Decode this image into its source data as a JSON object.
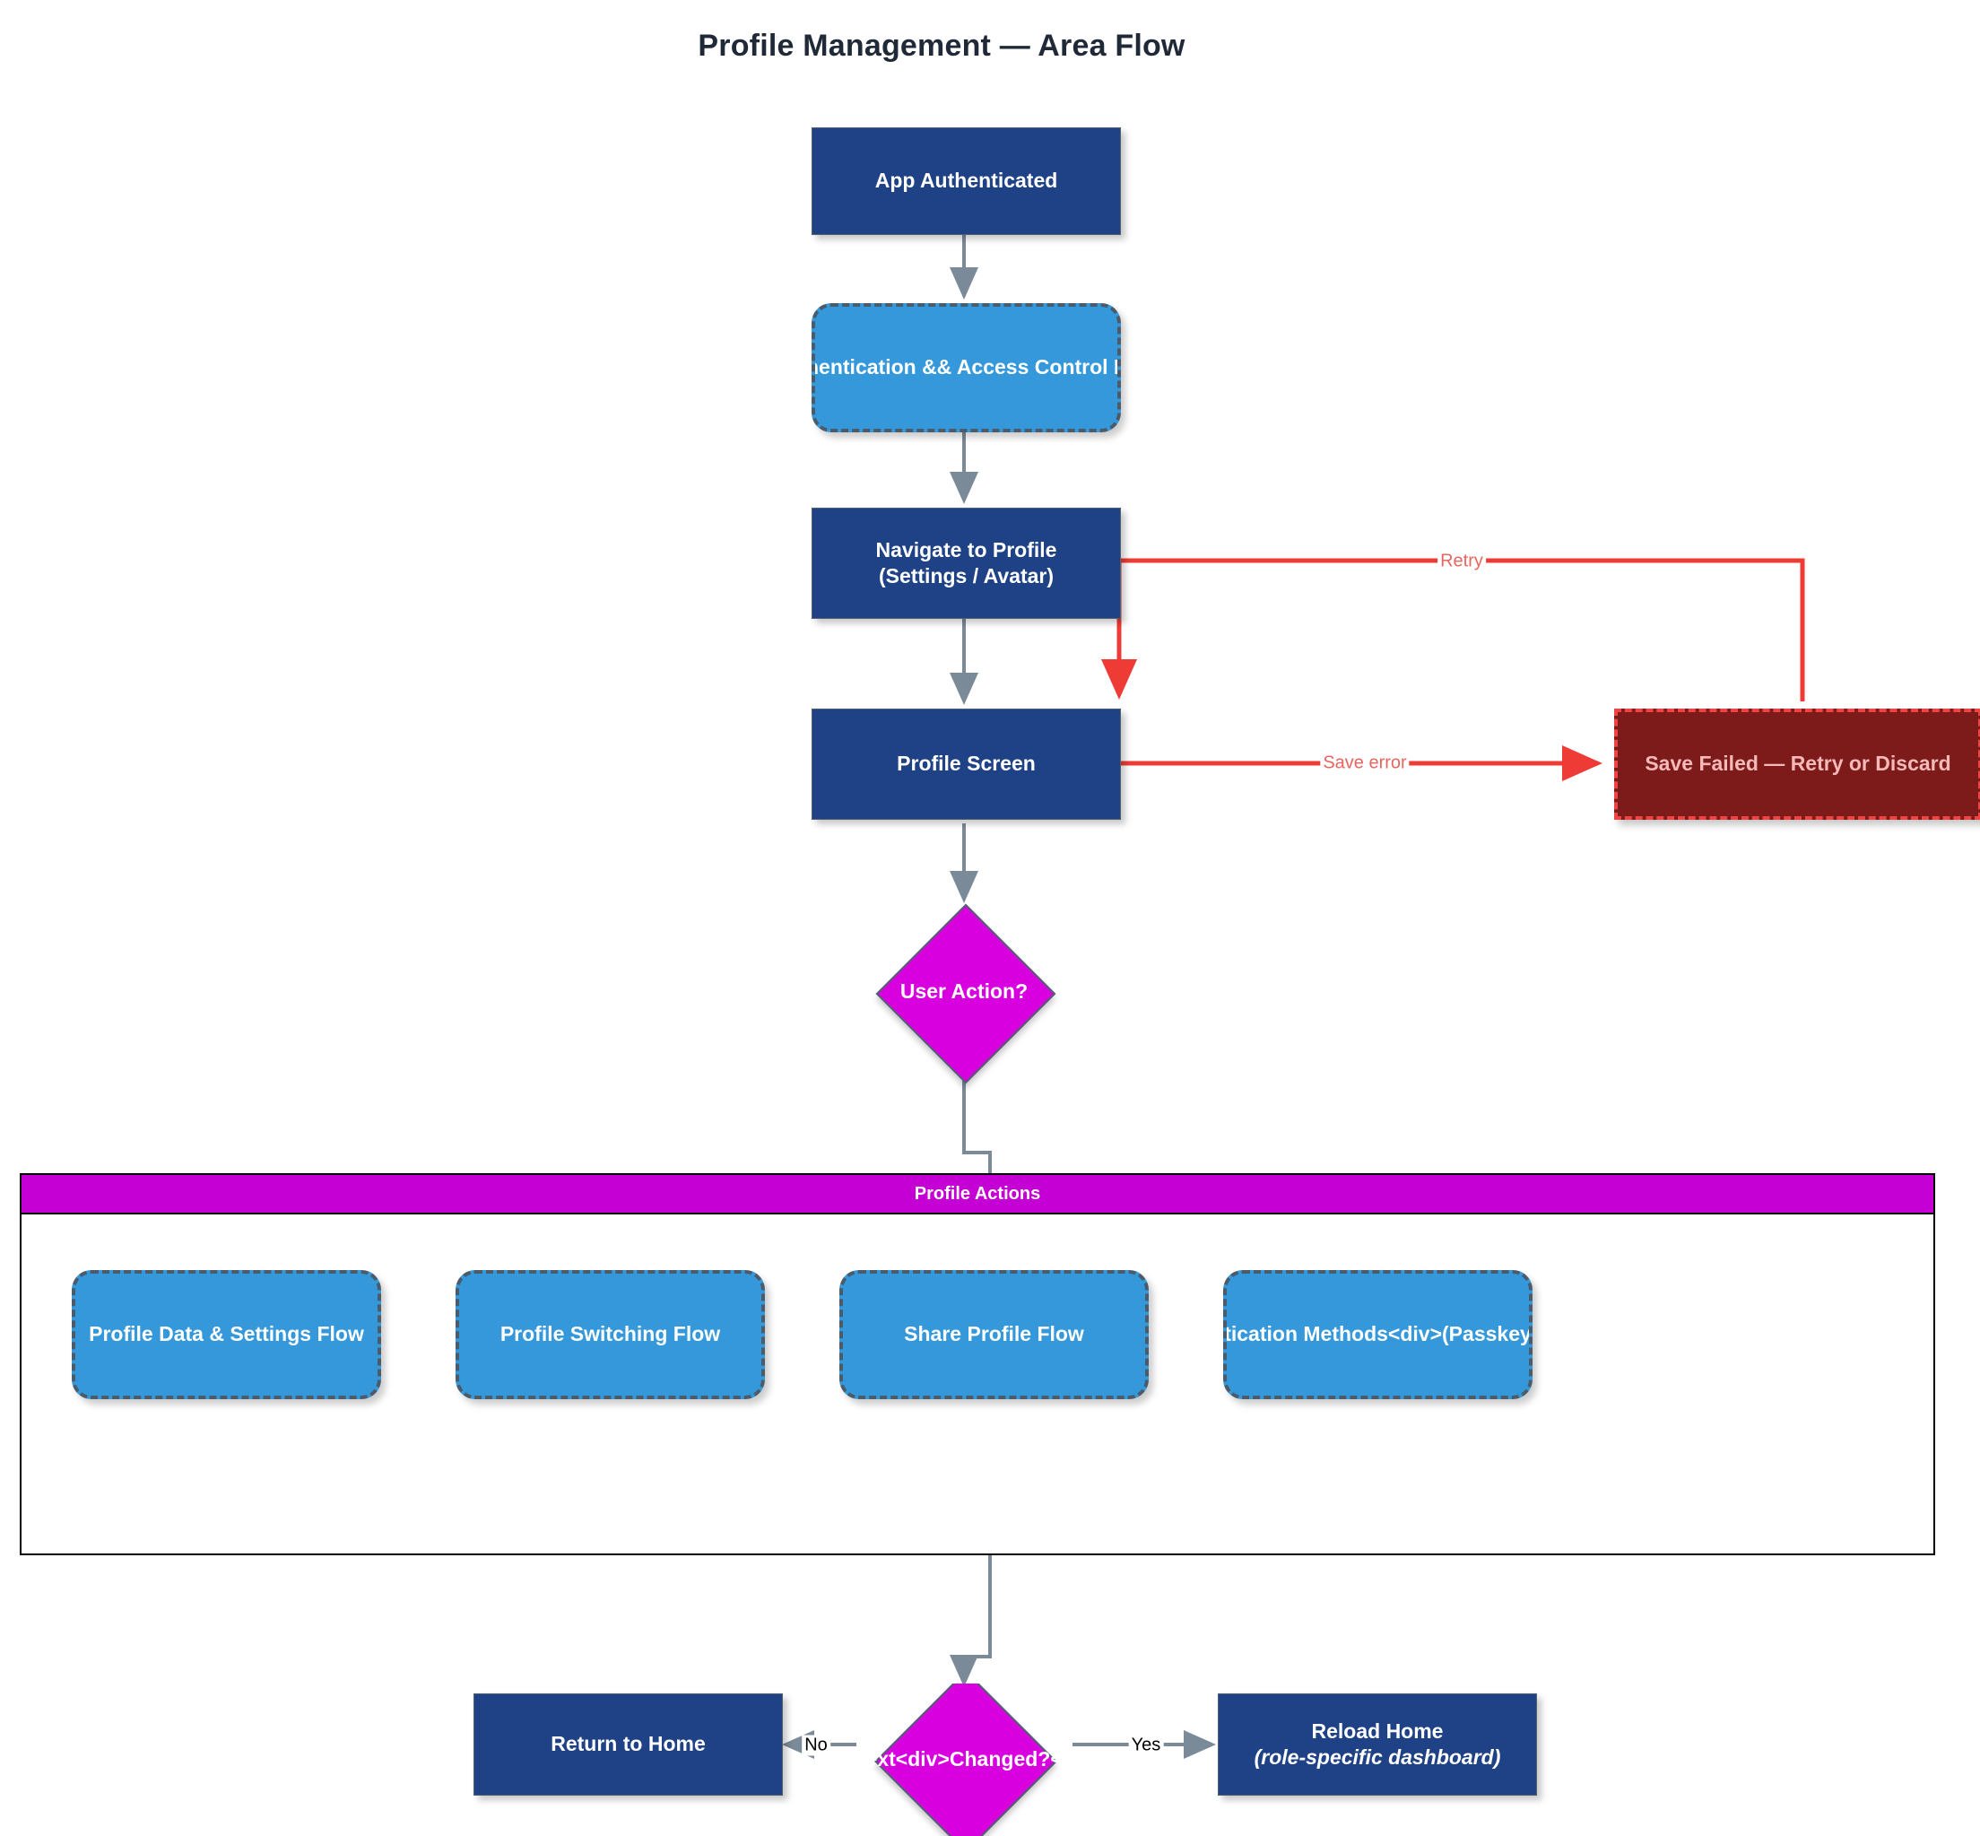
{
  "title": "Profile Management — Area Flow",
  "nodes": {
    "app_authenticated": "App Authenticated",
    "auth_access_flow": "Authentication && Access Control Flow",
    "navigate_profile_line1": "Navigate to Profile",
    "navigate_profile_line2": "(Settings / Avatar)",
    "profile_screen": "Profile Screen",
    "save_failed": "Save Failed — Retry or Discard",
    "user_action": "User Action?",
    "profile_data_settings": "Profile Data & Settings Flow",
    "profile_switching": "Profile Switching Flow",
    "share_profile": "Share Profile Flow",
    "auth_methods": "Authentication Methods<div>(Passkeys) Flow",
    "context_changed": "Context<div>Changed?</div>",
    "return_home": "Return to Home",
    "reload_home_line1": "Reload Home",
    "reload_home_line2": "(role-specific dashboard)"
  },
  "subgraph": {
    "profile_actions_title": "Profile Actions"
  },
  "edge_labels": {
    "retry": "Retry",
    "save_error": "Save error",
    "no": "No",
    "yes": "Yes"
  },
  "colors": {
    "process_fill": "#1f4287",
    "subflow_fill": "#3498db",
    "decision_fill": "#d900e0",
    "error_fill": "#7d1a1a",
    "error_stroke": "#ef4444",
    "edge_stroke": "#7b8a99",
    "subgraph_title_fill": "#c400d4",
    "title_text": "#1f2937"
  }
}
